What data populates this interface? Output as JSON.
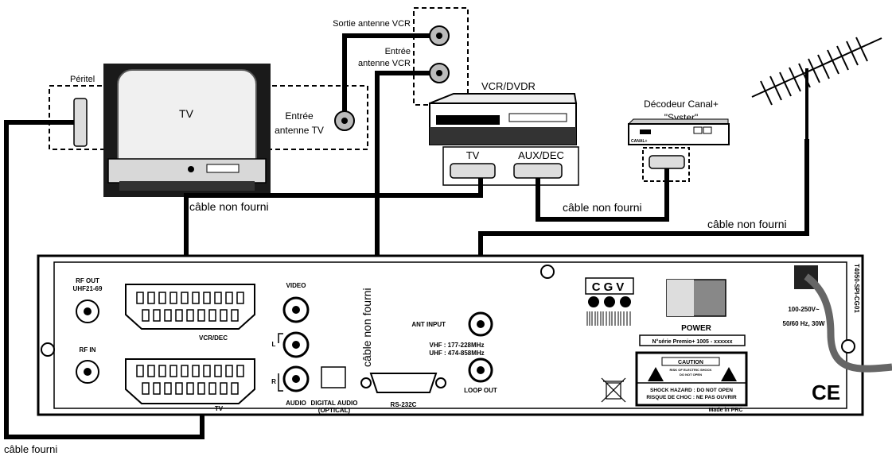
{
  "labels": {
    "peritel": "Péritel",
    "tv": "TV",
    "entree_antenne_tv_1": "Entrée",
    "entree_antenne_tv_2": "antenne TV",
    "sortie_antenne_vcr": "Sortie antenne VCR",
    "entree_antenne_vcr_1": "Entrée",
    "entree_antenne_vcr_2": "antenne VCR",
    "vcr_dvdr": "VCR/DVDR",
    "vcr_tv": "TV",
    "vcr_aux_dec": "AUX/DEC",
    "decodeur_1": "Décodeur Canal+",
    "decodeur_2": "\"Syster\"",
    "decodeur_canal_small": "CANAL+",
    "cable_non_fourni_left": "câble non fourni",
    "cable_non_fourni_middle": "câble non fourni",
    "cable_non_fourni_right": "câble non fourni",
    "cable_non_fourni_vertical": "câble non fourni",
    "cable_fourni": "câble fourni"
  },
  "receiver": {
    "rf_out_1": "RF OUT",
    "rf_out_2": "UHF21-69",
    "rf_in": "RF IN",
    "video": "VIDEO",
    "l": "L",
    "r": "R",
    "audio": "AUDIO",
    "digital_audio_1": "DIGITAL AUDIO",
    "digital_audio_2": "(OPTICAL)",
    "vcr_dec": "VCR/DEC",
    "tv": "TV",
    "rs232c": "RS-232C",
    "ant_input": "ANT INPUT",
    "vhf": "VHF : 177-228MHz",
    "uhf": "UHF : 474-858MHz",
    "loop_out": "LOOP OUT",
    "logo_top": "CGV",
    "power": "POWER",
    "serial": "N°série Premio+ 1005 - xxxxxx",
    "caution_title": "CAUTION",
    "caution_line1": "RISK OF ELECTRIC SHOCK",
    "caution_line2": "DO NOT OPEN",
    "shock_hazard": "SHOCK HAZARD : DO NOT OPEN",
    "risque": "RISQUE DE CHOC : NE PAS OUVRIR",
    "made_in": "Made in PRC",
    "voltage_1": "100-250V~",
    "voltage_2": "50/60 Hz, 30W",
    "model": "T4050-SPI-CG01",
    "ce": "CE"
  }
}
